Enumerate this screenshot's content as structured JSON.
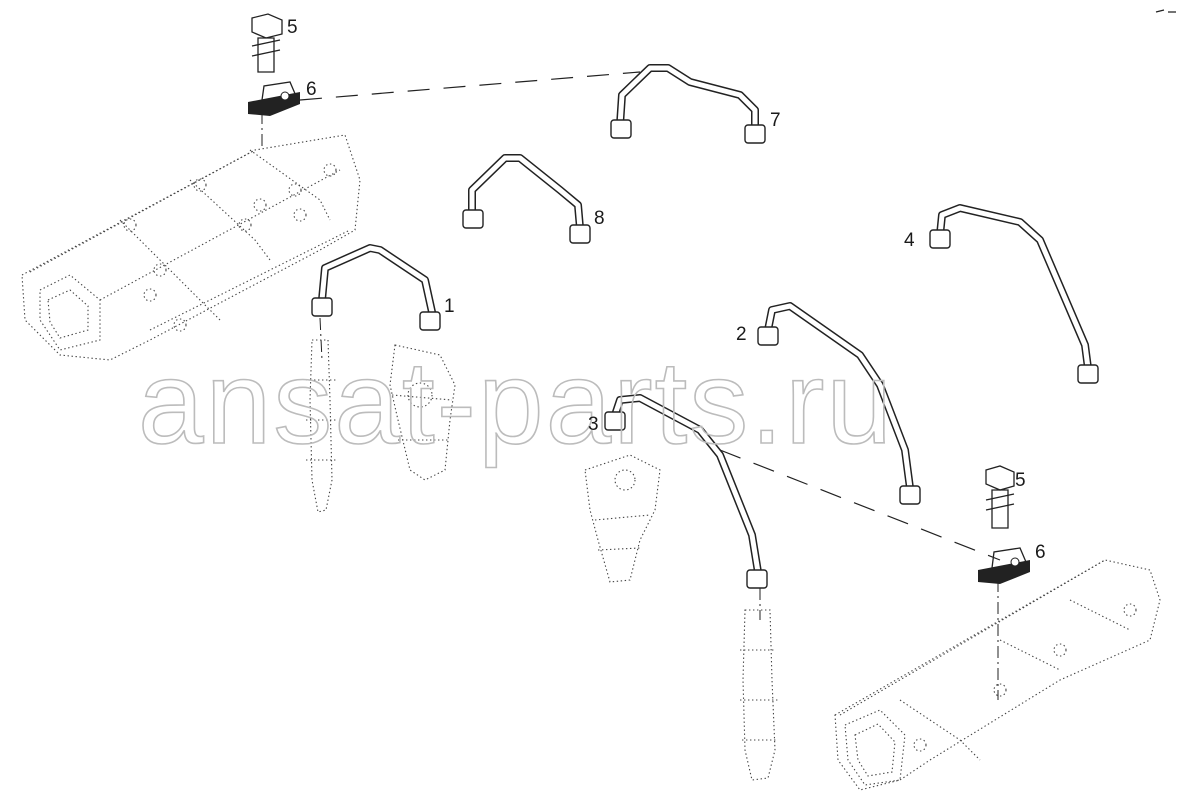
{
  "watermark": "ansat-parts.ru",
  "callouts": {
    "c1": "1",
    "c2": "2",
    "c3": "3",
    "c4": "4",
    "c5a": "5",
    "c5b": "5",
    "c6a": "6",
    "c6b": "6",
    "c7": "7",
    "c8": "8"
  }
}
